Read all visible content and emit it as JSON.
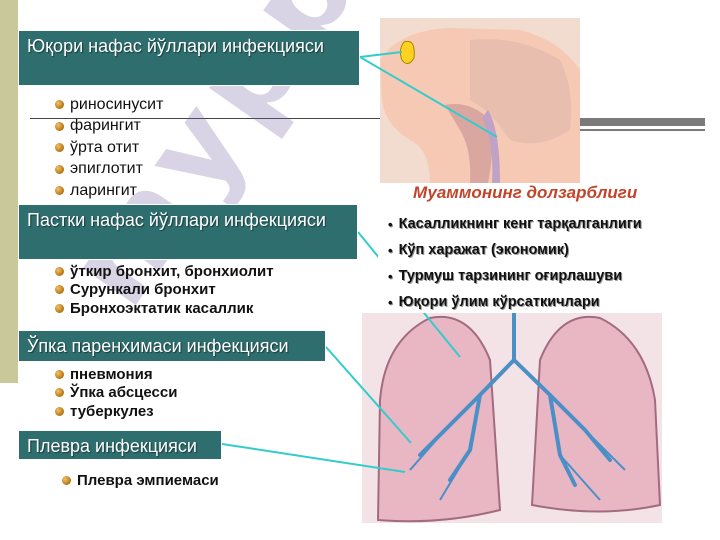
{
  "sections": {
    "upper": {
      "title": "Юқори нафас йўллари инфекцияси",
      "items": [
        "риносинусит",
        "фарингит",
        "ўрта отит",
        "эпиглотит",
        "ларингит"
      ]
    },
    "lower": {
      "title": "Пастки нафас йўллари инфекцияси",
      "items": [
        "ўткир бронхит, бронхиолит",
        "Сурункали бронхит",
        "Бронхоэктатик касаллик"
      ]
    },
    "parenchyma": {
      "title": "Ўпка паренхимаси инфекцияси",
      "items": [
        "пневмония",
        "Ўпка абсцесси",
        "туберкулез"
      ]
    },
    "pleura": {
      "title": "Плевра инфекцияси",
      "items": [
        "Плевра эмпиемаси"
      ]
    }
  },
  "importance": {
    "title": "Муаммонинг долзарблиги",
    "items": [
      "Касалликнинг кенг тарқалганлиги",
      "Кўп харажат (экономик)",
      "Турмуш тарзининг оғирлашуви",
      "Юқори ўлим кўрсаткичлари"
    ]
  },
  "watermark": "myppt",
  "colors": {
    "section_bg": "#2e6e6e",
    "accent_title": "#c0452a",
    "left_bar": "#c8c89a",
    "connector": "#33cccc"
  }
}
